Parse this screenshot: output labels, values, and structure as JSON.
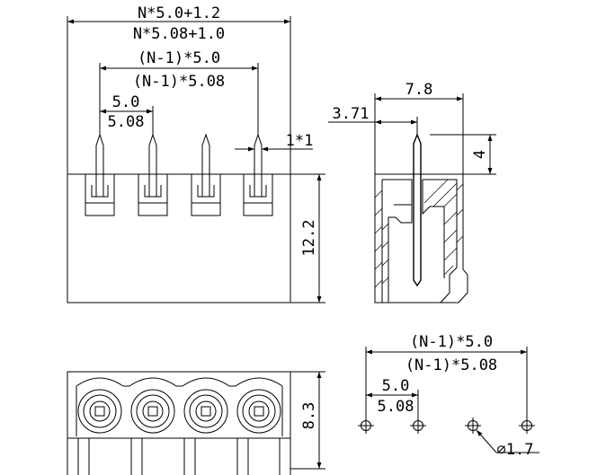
{
  "front_view": {
    "dim_total_a": "N*5.0+1.2",
    "dim_total_b": "N*5.08+1.0",
    "dim_span_a": "(N-1)*5.0",
    "dim_span_b": "(N-1)*5.08",
    "dim_pitch_a": "5.0",
    "dim_pitch_b": "5.08",
    "dim_pin": "1*1",
    "dim_height": "12.2"
  },
  "side_view": {
    "dim_width": "7.8",
    "dim_offset": "3.71",
    "dim_pin_height": "4"
  },
  "top_view": {
    "dim_depth": "8.3"
  },
  "pcb_layout": {
    "dim_span_a": "(N-1)*5.0",
    "dim_span_b": "(N-1)*5.08",
    "dim_pitch_a": "5.0",
    "dim_pitch_b": "5.08",
    "dim_hole": "∅1.7"
  }
}
